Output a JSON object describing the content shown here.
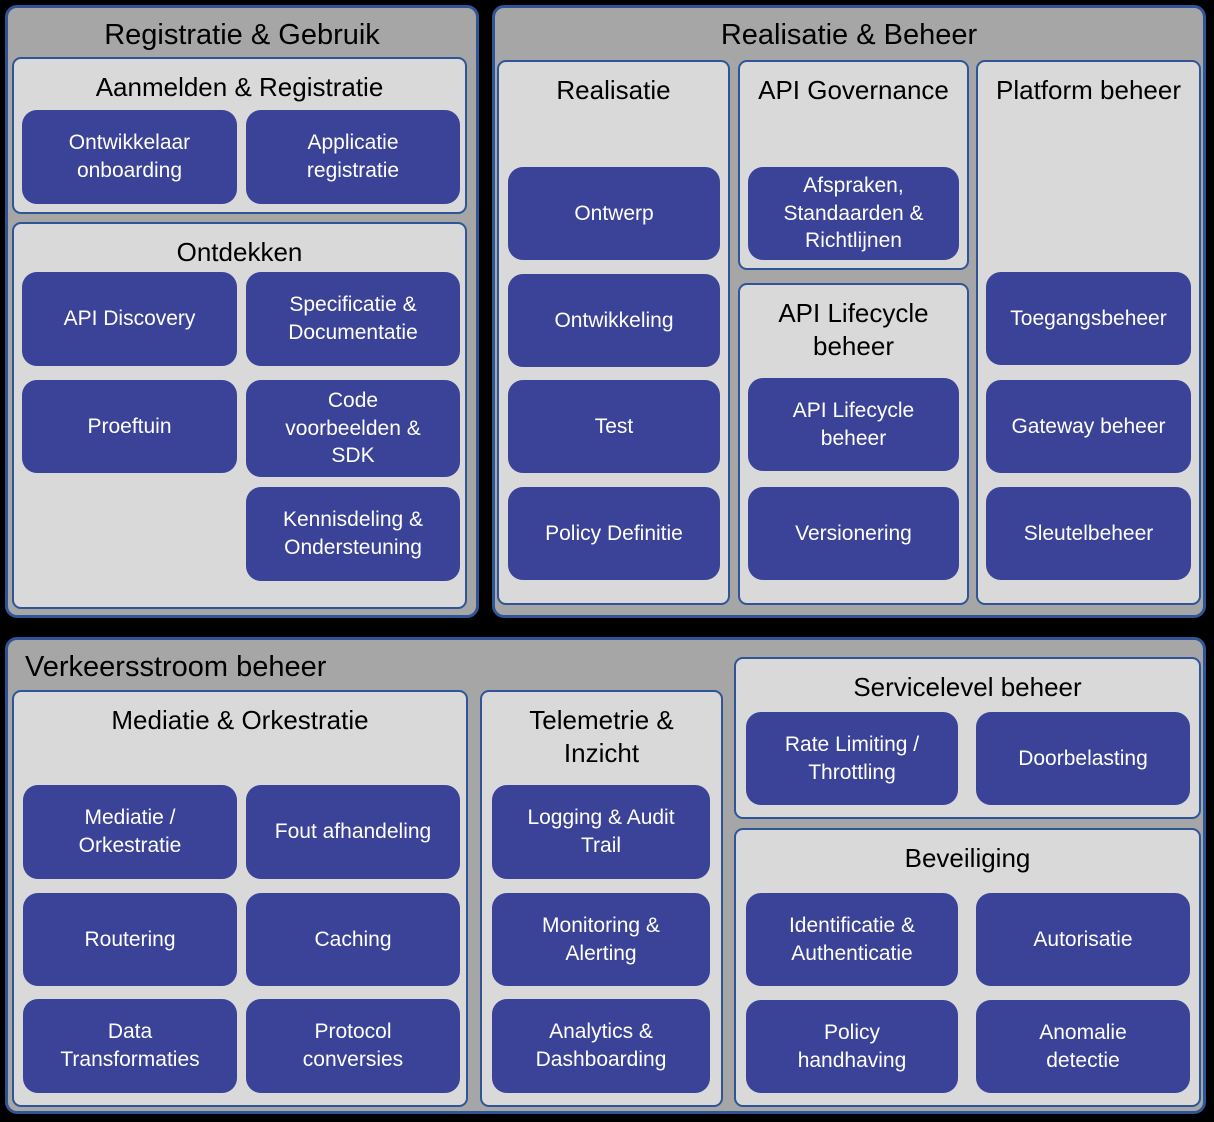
{
  "colors": {
    "background": "#000000",
    "panel_fill": "#a6a6a6",
    "panel_border": "#2f5597",
    "subpanel_fill": "#d9d9d9",
    "box_fill": "#3a4397",
    "box_text": "#ffffff",
    "header_text": "#000000"
  },
  "panels": [
    {
      "title": "Registratie & Gebruik",
      "sections": [
        {
          "title": "Aanmelden & Registratie",
          "boxes": [
            "Ontwikkelaar onboarding",
            "Applicatie registratie"
          ]
        },
        {
          "title": "Ontdekken",
          "boxes": [
            "API Discovery",
            "Specificatie & Documentatie",
            "Proeftuin",
            "Code voorbeelden & SDK",
            "Kennisdeling & Ondersteuning"
          ]
        }
      ]
    },
    {
      "title": "Realisatie & Beheer",
      "sections": [
        {
          "title": "Realisatie",
          "boxes": [
            "Ontwerp",
            "Ontwikkeling",
            "Test",
            "Policy Definitie"
          ]
        },
        {
          "title": "API Governance",
          "boxes": [
            "Afspraken, Standaarden & Richtlijnen"
          ]
        },
        {
          "title": "API Lifecycle beheer",
          "boxes": [
            "API Lifecycle beheer",
            "Versionering"
          ]
        },
        {
          "title": "Platform beheer",
          "boxes": [
            "Toegangsbeheer",
            "Gateway beheer",
            "Sleutelbeheer"
          ]
        }
      ]
    },
    {
      "title": "Verkeersstroom beheer",
      "sections": [
        {
          "title": "Mediatie & Orkestratie",
          "boxes": [
            "Mediatie / Orkestratie",
            "Fout afhandeling",
            "Routering",
            "Caching",
            "Data Transformaties",
            "Protocol conversies"
          ]
        },
        {
          "title": "Telemetrie & Inzicht",
          "boxes": [
            "Logging & Audit Trail",
            "Monitoring & Alerting",
            "Analytics & Dashboarding"
          ]
        },
        {
          "title": "Servicelevel beheer",
          "boxes": [
            "Rate Limiting / Throttling",
            "Doorbelasting"
          ]
        },
        {
          "title": "Beveiliging",
          "boxes": [
            "Identificatie & Authenticatie",
            "Autorisatie",
            "Policy handhaving",
            "Anomalie detectie"
          ]
        }
      ]
    }
  ]
}
